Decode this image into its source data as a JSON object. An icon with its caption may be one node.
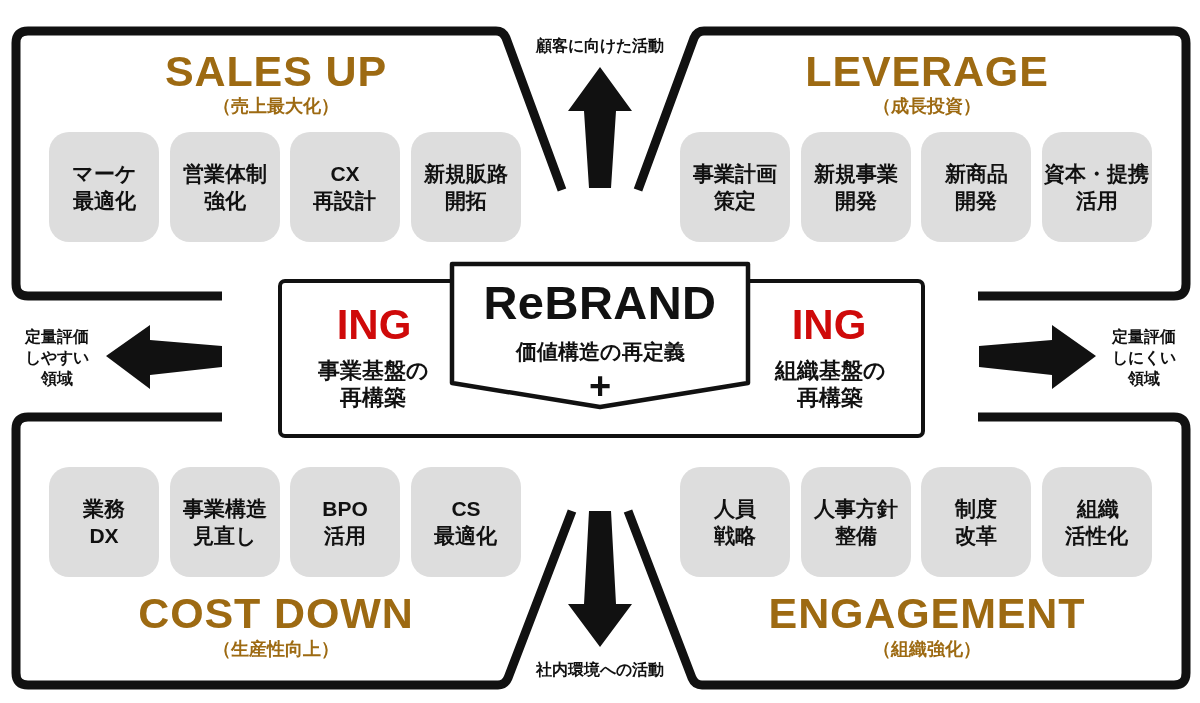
{
  "diagram": {
    "nodes": [
      {
        "text": [
          "SALES UP",
          "（売上最大化）"
        ]
      },
      {
        "text": [
          "マーケ最適化"
        ],
        "in": 0
      },
      {
        "text": [
          "営業体制強化"
        ],
        "in": 0
      },
      {
        "text": [
          "CX再設計"
        ],
        "in": 0
      },
      {
        "text": [
          "新規販路開拓"
        ],
        "in": 0
      },
      {
        "text": [
          "LEVERAGE",
          "（成長投資）"
        ]
      },
      {
        "text": [
          "事業計画策定"
        ],
        "in": 5
      },
      {
        "text": [
          "新規事業開発"
        ],
        "in": 5
      },
      {
        "text": [
          "新商品開発"
        ],
        "in": 5
      },
      {
        "text": [
          "資本・提携活用"
        ],
        "in": 5
      },
      {
        "text": [
          "ING",
          "事業基盤の再構築",
          "ING",
          "組織基盤の再構築"
        ]
      },
      {
        "text": [
          "ReBRAND",
          "価値構造の再定義",
          "+"
        ]
      },
      {
        "text": [
          "COST DOWN",
          "（生産性向上）"
        ]
      },
      {
        "text": [
          "業務DX"
        ],
        "in": 12
      },
      {
        "text": [
          "事業構造見直し"
        ],
        "in": 12
      },
      {
        "text": [
          "BPO活用"
        ],
        "in": 12
      },
      {
        "text": [
          "CS最適化"
        ],
        "in": 12
      },
      {
        "text": [
          "ENGAGEMENT",
          "（組織強化）"
        ]
      },
      {
        "text": [
          "人員戦略"
        ],
        "in": 17
      },
      {
        "text": [
          "人事方針整備"
        ],
        "in": 17
      },
      {
        "text": [
          "制度改革"
        ],
        "in": 17
      },
      {
        "text": [
          "組織活性化"
        ],
        "in": 17
      }
    ],
    "labels": [
      "顧客に向けた活動",
      "定量評価しやすい領域",
      "定量評価しにくい領域",
      "社内環境への活動"
    ]
  }
}
